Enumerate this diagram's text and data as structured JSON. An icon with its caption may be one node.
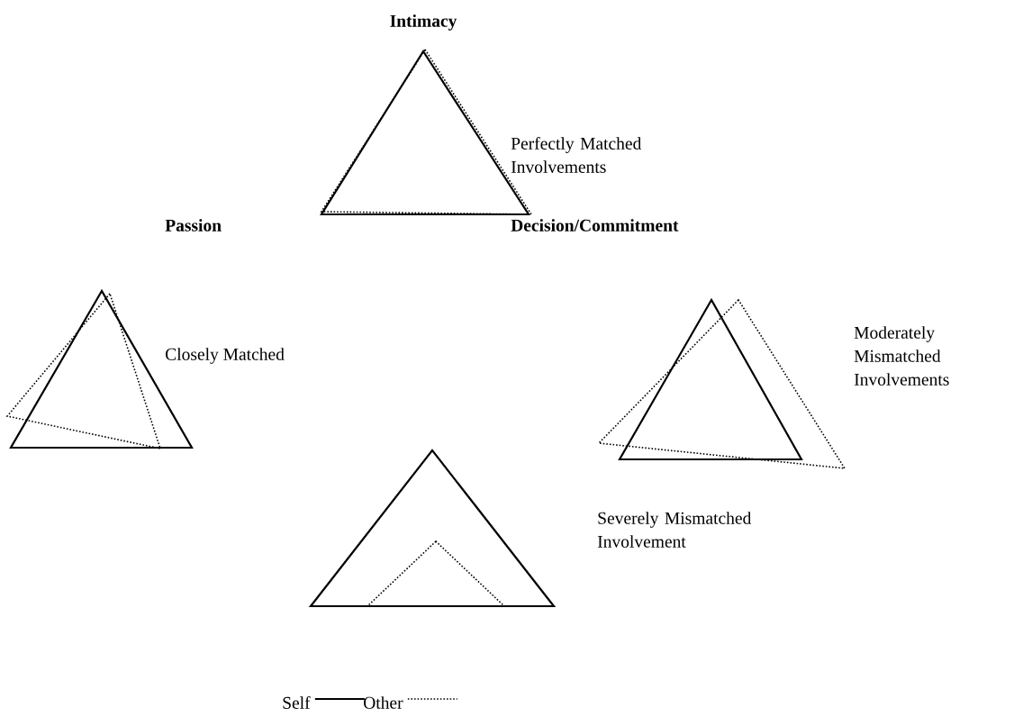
{
  "diagram": {
    "labels": [
      "Intimacy",
      "Perfectly Matched Involvements",
      "Passion",
      "Decision/Commitment",
      "Closely Matched",
      "Moderately Mismatched Involvements",
      "Severely Mismatched Involvement"
    ],
    "legend": [
      {
        "text": "Self"
      },
      {
        "text": "Other"
      }
    ]
  }
}
